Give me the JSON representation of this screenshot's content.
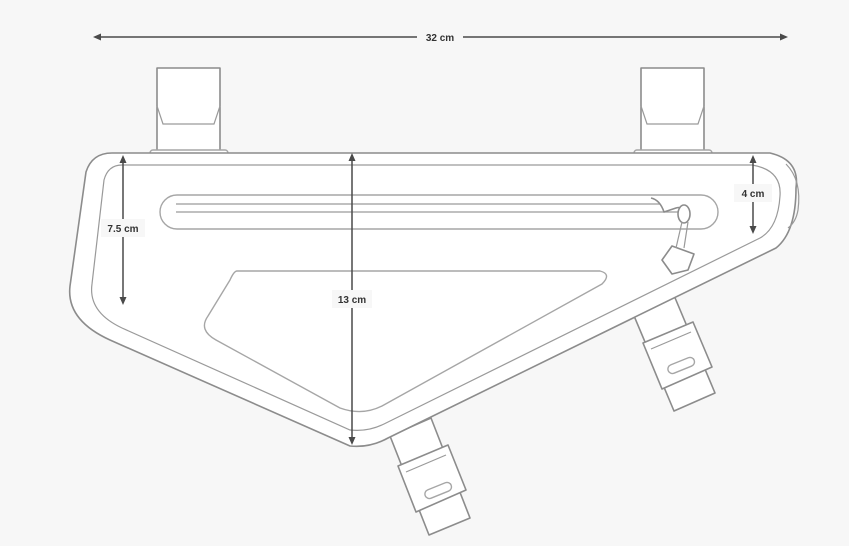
{
  "dimensions": {
    "total_length": "32 cm",
    "top_section_height": "7.5 cm",
    "total_height": "13 cm",
    "rear_height": "4 cm"
  },
  "colors": {
    "background": "#f7f7f7",
    "outline": "#8c8c8c",
    "dimension_line": "#4a4a4a"
  }
}
